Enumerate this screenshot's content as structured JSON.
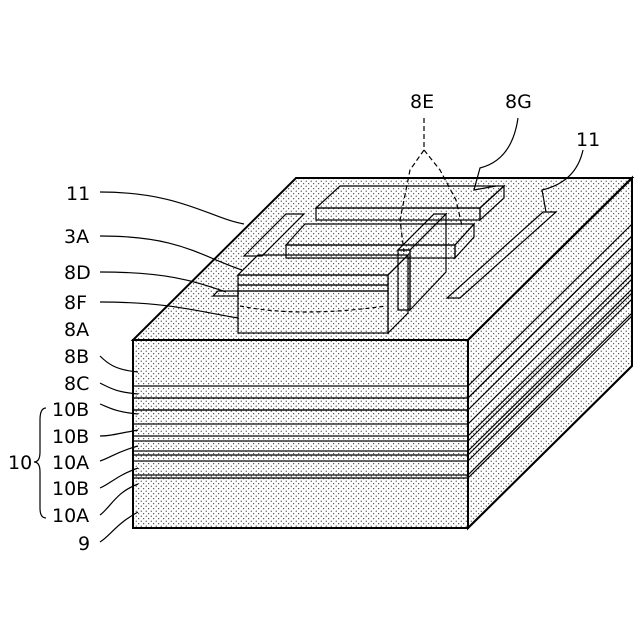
{
  "labels": {
    "8E": "8E",
    "8G": "8G",
    "11_top": "11",
    "11_left": "11",
    "3A": "3A",
    "8D": "8D",
    "8F": "8F",
    "8A": "8A",
    "8B": "8B",
    "8C": "8C",
    "10B_1": "10B",
    "10B_2": "10B",
    "10": "10",
    "10A_1": "10A",
    "10B_3": "10B",
    "10A_2": "10A",
    "9": "9"
  }
}
